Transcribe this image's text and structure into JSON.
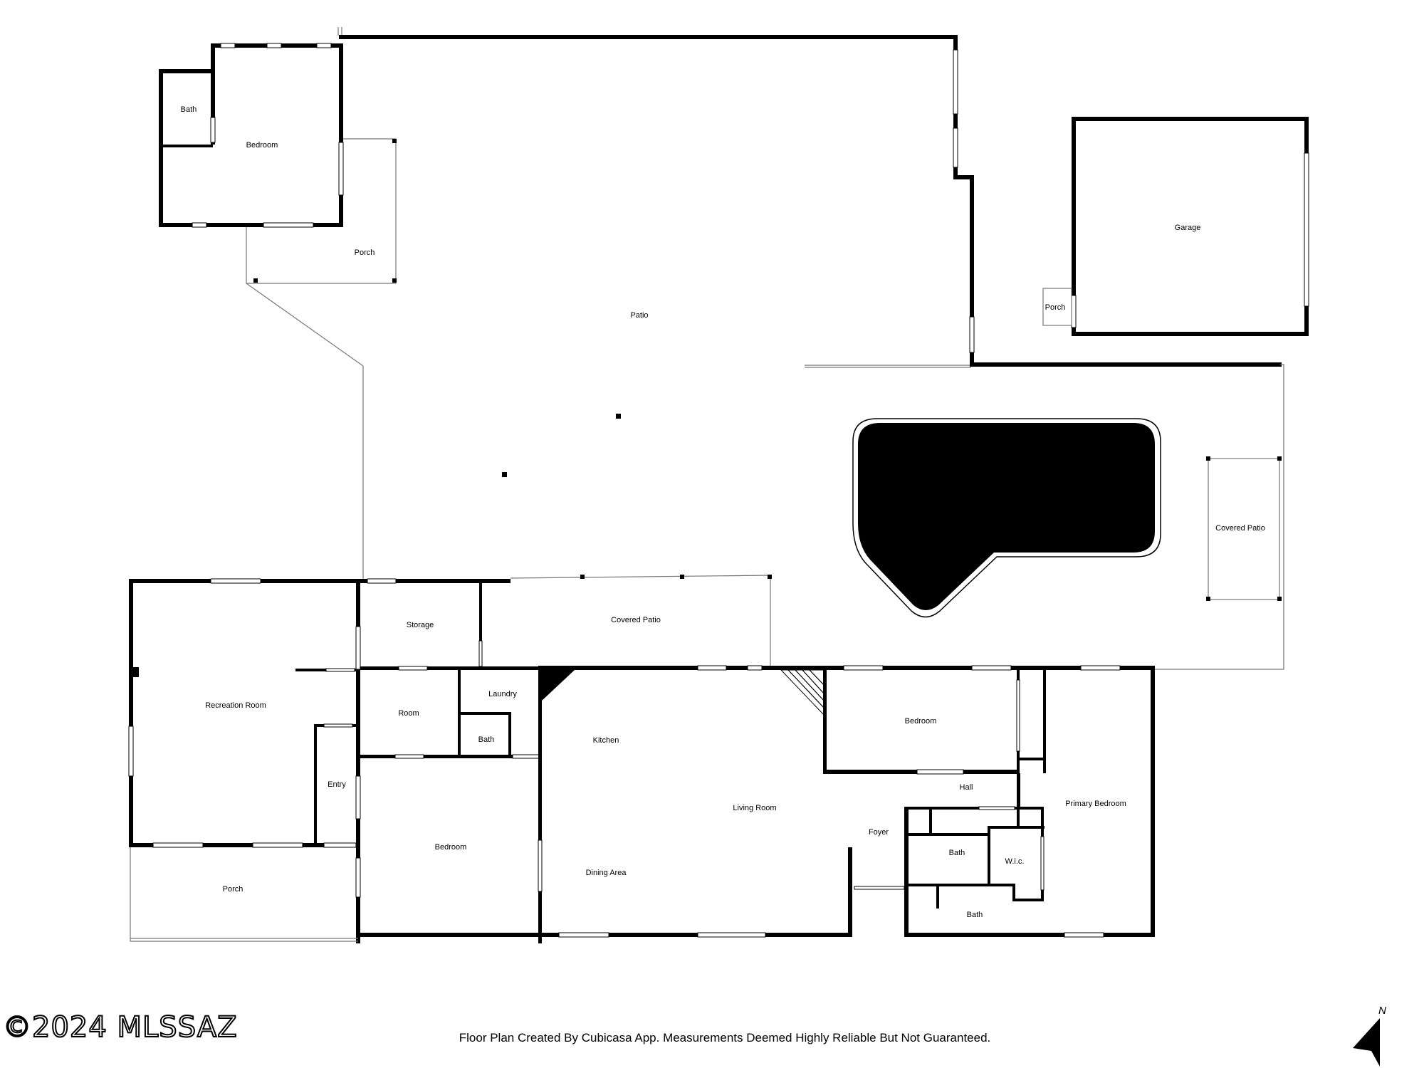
{
  "rooms": {
    "bath_guest": "Bath",
    "bedroom_guest": "Bedroom",
    "porch_guest": "Porch",
    "patio": "Patio",
    "garage": "Garage",
    "porch_garage": "Porch",
    "covered_patio_east": "Covered Patio",
    "recreation_room": "Recreation Room",
    "storage": "Storage",
    "covered_patio_mid": "Covered Patio",
    "room": "Room",
    "laundry": "Laundry",
    "bath_small": "Bath",
    "kitchen": "Kitchen",
    "bedroom_east": "Bedroom",
    "hall": "Hall",
    "primary_bedroom": "Primary Bedroom",
    "living_room": "Living Room",
    "foyer": "Foyer",
    "entry": "Entry",
    "bedroom_south": "Bedroom",
    "dining_area": "Dining Area",
    "bath_primary": "Bath",
    "wic": "W.i.c.",
    "bath_hall": "Bath",
    "porch_front": "Porch"
  },
  "watermark": "©2024 MLSSAZ",
  "footer_note": "Floor Plan Created By Cubicasa App. Measurements Deemed Highly Reliable But Not Guaranteed.",
  "compass_label": "N",
  "colors": {
    "wall": "#000000",
    "pool": "#000000",
    "background": "#ffffff"
  }
}
